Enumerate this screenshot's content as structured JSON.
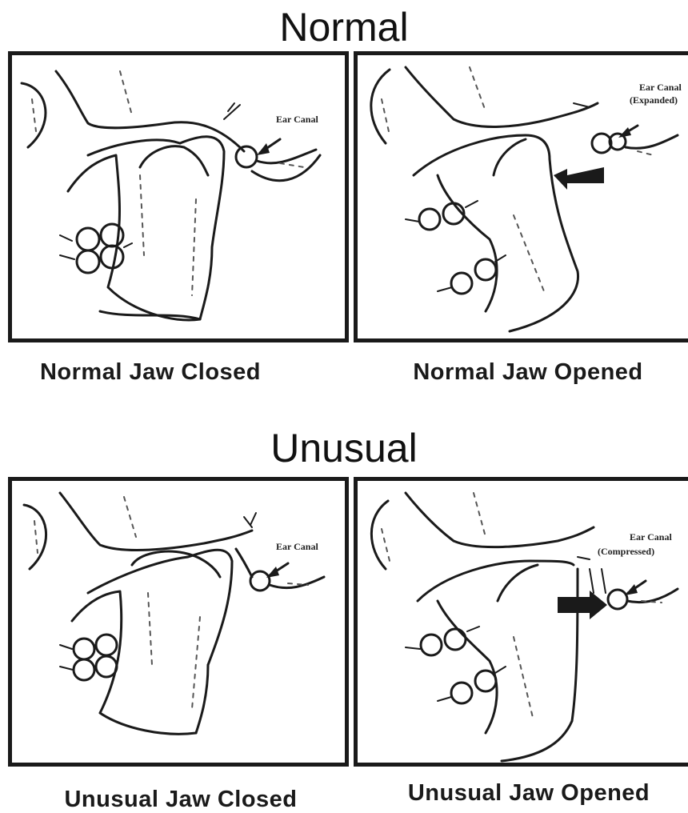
{
  "sections": {
    "normal": {
      "title": "Normal",
      "panels": [
        {
          "caption": "Normal Jaw Closed",
          "label_lines": [
            "Ear Canal"
          ]
        },
        {
          "caption": "Normal Jaw Opened",
          "label_lines": [
            "Ear Canal",
            "(Expanded)"
          ]
        }
      ]
    },
    "unusual": {
      "title": "Unusual",
      "panels": [
        {
          "caption": "Unusual Jaw Closed",
          "label_lines": [
            "Ear Canal"
          ]
        },
        {
          "caption": "Unusual Jaw Opened",
          "label_lines": [
            "Ear Canal",
            "(Compressed)"
          ]
        }
      ]
    }
  },
  "colors": {
    "line": "#1a1a1a",
    "background": "#ffffff"
  }
}
